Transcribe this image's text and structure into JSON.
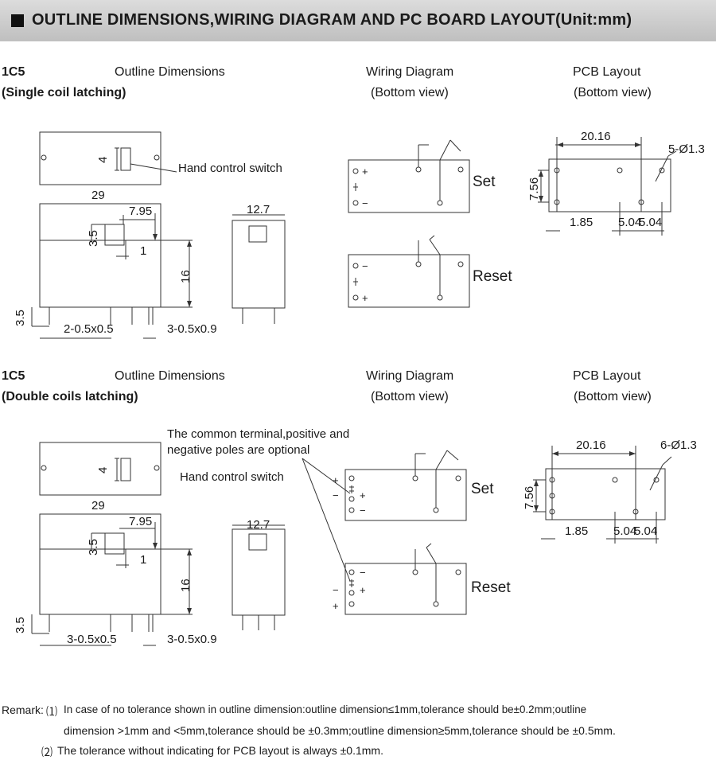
{
  "header": {
    "title": "OUTLINE DIMENSIONS,WIRING DIAGRAM AND PC BOARD LAYOUT(Unit:mm)"
  },
  "section1": {
    "model": "1C5",
    "variant": "(Single coil latching)",
    "outline_title": "Outline Dimensions",
    "wiring_title": "Wiring Diagram",
    "wiring_sub": "(Bottom view)",
    "pcb_title": "PCB Layout",
    "pcb_sub": "(Bottom view)",
    "hand_switch": "Hand control switch",
    "dims": {
      "d4": "4",
      "d29": "29",
      "d795": "7.95",
      "d35": "3.5",
      "d1": "1",
      "d16": "16",
      "d127": "12.7",
      "d35b": "3.5",
      "pins_a": "2-0.5x0.5",
      "pins_b": "3-0.5x0.9"
    },
    "wiring": {
      "set": "Set",
      "reset": "Reset",
      "plus": "+",
      "minus": "−"
    },
    "pcb": {
      "d2016": "20.16",
      "holes": "5-Ø1.3",
      "d756": "7.56",
      "d185": "1.85",
      "d504a": "5.04",
      "d504b": "5.04"
    }
  },
  "section2": {
    "model": "1C5",
    "variant": "(Double coils latching)",
    "outline_title": "Outline Dimensions",
    "wiring_title": "Wiring Diagram",
    "wiring_sub": "(Bottom view)",
    "pcb_title": "PCB Layout",
    "pcb_sub": "(Bottom view)",
    "note_line1": "The common terminal,positive and",
    "note_line2": "negative poles are optional",
    "hand_switch": "Hand control switch",
    "dims": {
      "d4": "4",
      "d29": "29",
      "d795": "7.95",
      "d35": "3.5",
      "d1": "1",
      "d16": "16",
      "d127": "12.7",
      "d35b": "3.5",
      "pins_a": "3-0.5x0.5",
      "pins_b": "3-0.5x0.9"
    },
    "wiring": {
      "set": "Set",
      "reset": "Reset",
      "plus": "+",
      "minus": "−"
    },
    "pcb": {
      "d2016": "20.16",
      "holes": "6-Ø1.3",
      "d756": "7.56",
      "d185": "1.85",
      "d504a": "5.04",
      "d504b": "5.04"
    }
  },
  "remark": {
    "label": "Remark:",
    "n1": "⑴",
    "line1": "In case of no tolerance shown in outline dimension:outline dimension≤1mm,tolerance should be±0.2mm;outline",
    "line2": "dimension >1mm and <5mm,tolerance should be ±0.3mm;outline dimension≥5mm,tolerance should be ±0.5mm.",
    "n2": "⑵",
    "line3": "The tolerance without indicating for PCB layout is always ±0.1mm."
  }
}
